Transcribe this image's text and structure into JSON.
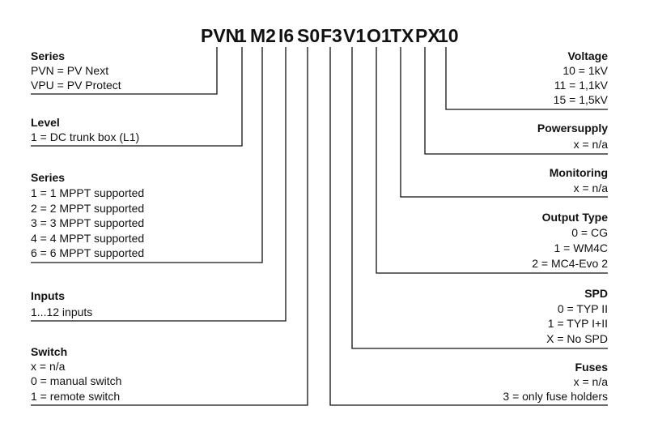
{
  "code_segments": [
    "PVN",
    "1",
    "M2",
    "I6",
    "S0",
    "F3",
    "V1",
    "O1",
    "TX",
    "PX",
    "10"
  ],
  "groups": {
    "series": {
      "title": "Series",
      "options": [
        "PVN = PV Next",
        "VPU = PV Protect"
      ]
    },
    "level": {
      "title": "Level",
      "options": [
        "1 = DC trunk box (L1)"
      ]
    },
    "mppt": {
      "title": "Series",
      "options": [
        "1 = 1 MPPT supported",
        "2 = 2 MPPT supported",
        "3 = 3 MPPT supported",
        "4 = 4 MPPT supported",
        "6 = 6 MPPT supported"
      ]
    },
    "inputs": {
      "title": "Inputs",
      "options": [
        "1...12 inputs"
      ]
    },
    "switch": {
      "title": "Switch",
      "options": [
        "x = n/a",
        "0 = manual switch",
        "1 = remote switch"
      ]
    },
    "voltage": {
      "title": "Voltage",
      "options": [
        "10 = 1kV",
        "11 = 1,1kV",
        "15 = 1,5kV"
      ]
    },
    "powersupply": {
      "title": "Powersupply",
      "options": [
        "x = n/a"
      ]
    },
    "monitoring": {
      "title": "Monitoring",
      "options": [
        "x = n/a"
      ]
    },
    "output_type": {
      "title": "Output Type",
      "options": [
        "0 = CG",
        "1 = WM4C",
        "2 = MC4-Evo 2"
      ]
    },
    "spd": {
      "title": "SPD",
      "options": [
        "0 = TYP II",
        "1 = TYP I+II",
        "X = No SPD"
      ]
    },
    "fuses": {
      "title": "Fuses",
      "options": [
        "x = n/a",
        "3 = only fuse holders"
      ]
    }
  }
}
